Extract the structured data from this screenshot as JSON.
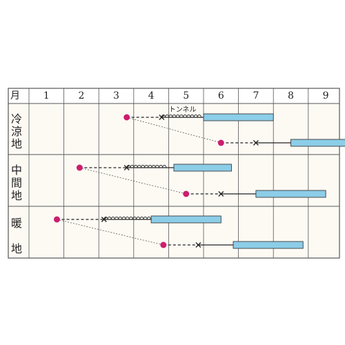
{
  "header": {
    "month_label": "月"
  },
  "months": [
    "1",
    "2",
    "3",
    "4",
    "5",
    "6",
    "7",
    "8",
    "9"
  ],
  "regions": [
    {
      "key": "cold",
      "label_chars": [
        "冷",
        "涼",
        "地"
      ]
    },
    {
      "key": "middle",
      "label_chars": [
        "中",
        "間",
        "地"
      ]
    },
    {
      "key": "warm",
      "label_chars": [
        "暖",
        "地"
      ]
    }
  ],
  "legend_note": "トンネル",
  "colors": {
    "sow_dot": "#cc1e6e",
    "harvest_bar": "#8ccde8",
    "harvest_bar_border": "#3a3a3a",
    "grid": "#555555",
    "header_bg": "#ffffff",
    "cell_bg": "#fdfaf4"
  },
  "chart_data": {
    "type": "table",
    "month_range": [
      1,
      9
    ],
    "schedules": [
      {
        "region": "冷涼地",
        "tunnel": true,
        "sow": 3.3,
        "transplant": 4.3,
        "tunnel_end": 5.5,
        "harvest": [
          5.5,
          7.5
        ]
      },
      {
        "region": "冷涼地",
        "tunnel": false,
        "sow": 6.0,
        "transplant": 7.0,
        "harvest": [
          8.0,
          9.7
        ]
      },
      {
        "region": "中間地",
        "tunnel": true,
        "sow": 1.95,
        "transplant": 3.3,
        "tunnel_end": 4.5,
        "harvest": [
          4.65,
          6.3
        ]
      },
      {
        "region": "中間地",
        "tunnel": false,
        "sow": 5.0,
        "transplant": 6.0,
        "harvest": [
          7.0,
          9.0
        ]
      },
      {
        "region": "暖地",
        "tunnel": true,
        "sow": 1.3,
        "transplant": 2.65,
        "tunnel_end": 4.0,
        "harvest": [
          4.0,
          6.0
        ]
      },
      {
        "region": "暖地",
        "tunnel": false,
        "sow": 4.35,
        "transplant": 5.35,
        "harvest": [
          6.35,
          8.35
        ]
      }
    ],
    "connectors": [
      {
        "from_row": 0,
        "to_row": 1
      },
      {
        "from_row": 2,
        "to_row": 3
      },
      {
        "from_row": 4,
        "to_row": 5
      }
    ]
  }
}
